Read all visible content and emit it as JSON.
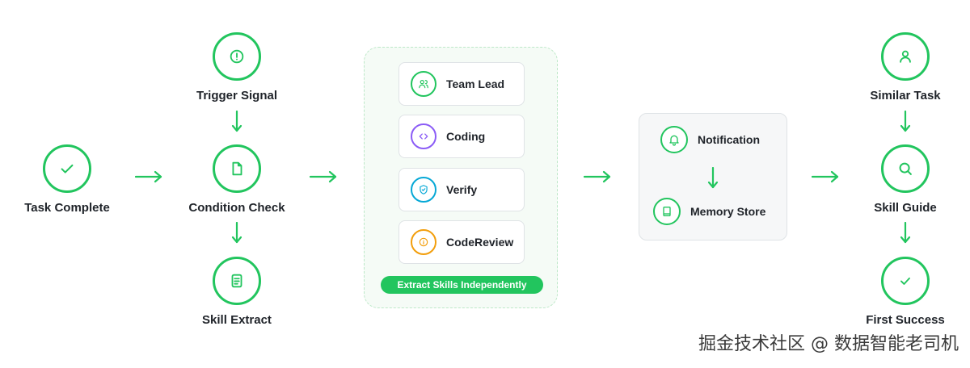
{
  "colors": {
    "accent": "#22c55e",
    "coding": "#8b5cf6",
    "verify": "#06a8d6",
    "codereview": "#f29e0c"
  },
  "nodes": {
    "task_complete": {
      "label": "Task Complete",
      "icon": "check-icon"
    },
    "trigger_signal": {
      "label": "Trigger Signal",
      "icon": "alert-circle-icon"
    },
    "condition_check": {
      "label": "Condition Check",
      "icon": "document-icon"
    },
    "skill_extract": {
      "label": "Skill Extract",
      "icon": "list-document-icon"
    },
    "similar_task": {
      "label": "Similar Task",
      "icon": "user-icon"
    },
    "skill_guide": {
      "label": "Skill Guide",
      "icon": "search-icon"
    },
    "first_success": {
      "label": "First Success",
      "icon": "check-icon"
    }
  },
  "skills_panel": {
    "cards": [
      {
        "label": "Team Lead",
        "icon": "users-icon"
      },
      {
        "label": "Coding",
        "icon": "code-icon"
      },
      {
        "label": "Verify",
        "icon": "shield-check-icon"
      },
      {
        "label": "CodeReview",
        "icon": "info-icon"
      }
    ],
    "badge": "Extract Skills Independently"
  },
  "memory_panel": {
    "notification": {
      "label": "Notification",
      "icon": "bell-icon"
    },
    "memory_store": {
      "label": "Memory Store",
      "icon": "book-icon"
    }
  },
  "watermark": "掘金技术社区 @ 数据智能老司机"
}
